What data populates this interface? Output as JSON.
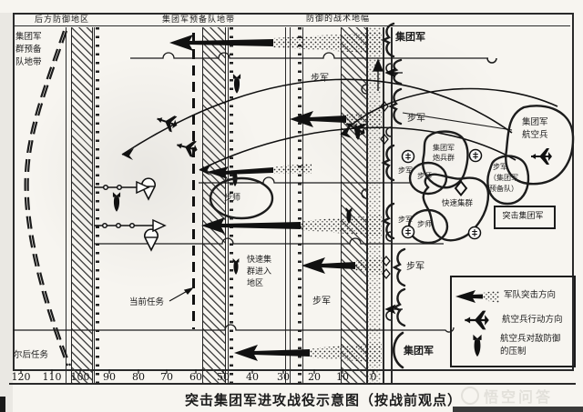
{
  "header": {
    "rear_defense": "后方防御地区",
    "army_reserve_zone": "集团军预备队地带",
    "tactical_zone": "防御的战术地幅"
  },
  "left_column": {
    "army_group_reserve_lines": [
      "集团军",
      "群预备",
      "队地带"
    ],
    "later_task": "尔后任务",
    "current_task": "当前任务"
  },
  "units": {
    "army_top": "集团军",
    "army_bottom": "集团军",
    "infantry_army_ne": "步军",
    "infantry_army_mid_top": "步军",
    "infantry_army_mid_bottom": "步军",
    "infantry_army_r1": "步军",
    "infantry_army_r2": "步军",
    "infantry_army_se": "步军",
    "infantry_div_mid": "步师",
    "infantry_div_r1": "步师",
    "infantry_div_r2": "步师",
    "artillery_group_lines": [
      "集团军",
      "炮兵群"
    ],
    "fast_group": "快速集群",
    "fast_group_area_lines": [
      "快速集",
      "群进入",
      "地区"
    ],
    "reserve_infantry_lines": [
      "步军",
      "（集团军",
      "预备队）"
    ],
    "shock_army": "突击集团军",
    "army_aviation_lines": [
      "集团军",
      "航空兵"
    ]
  },
  "legend": {
    "assault": "军队突击方向",
    "aviation": "航空兵行动方向",
    "suppression_lines": [
      "航空兵对敌防御",
      "的压制"
    ]
  },
  "scale": {
    "values": [
      "120",
      "110",
      "100",
      "90",
      "80",
      "70",
      "60",
      "50",
      "40",
      "30",
      "20",
      "10",
      "0"
    ]
  },
  "caption": "突击集团军进攻战役示意图（按战前观点）",
  "watermark": "悟空问答",
  "colors": {
    "ink": "#1c1c1c",
    "paper": "#f7f5f0"
  }
}
